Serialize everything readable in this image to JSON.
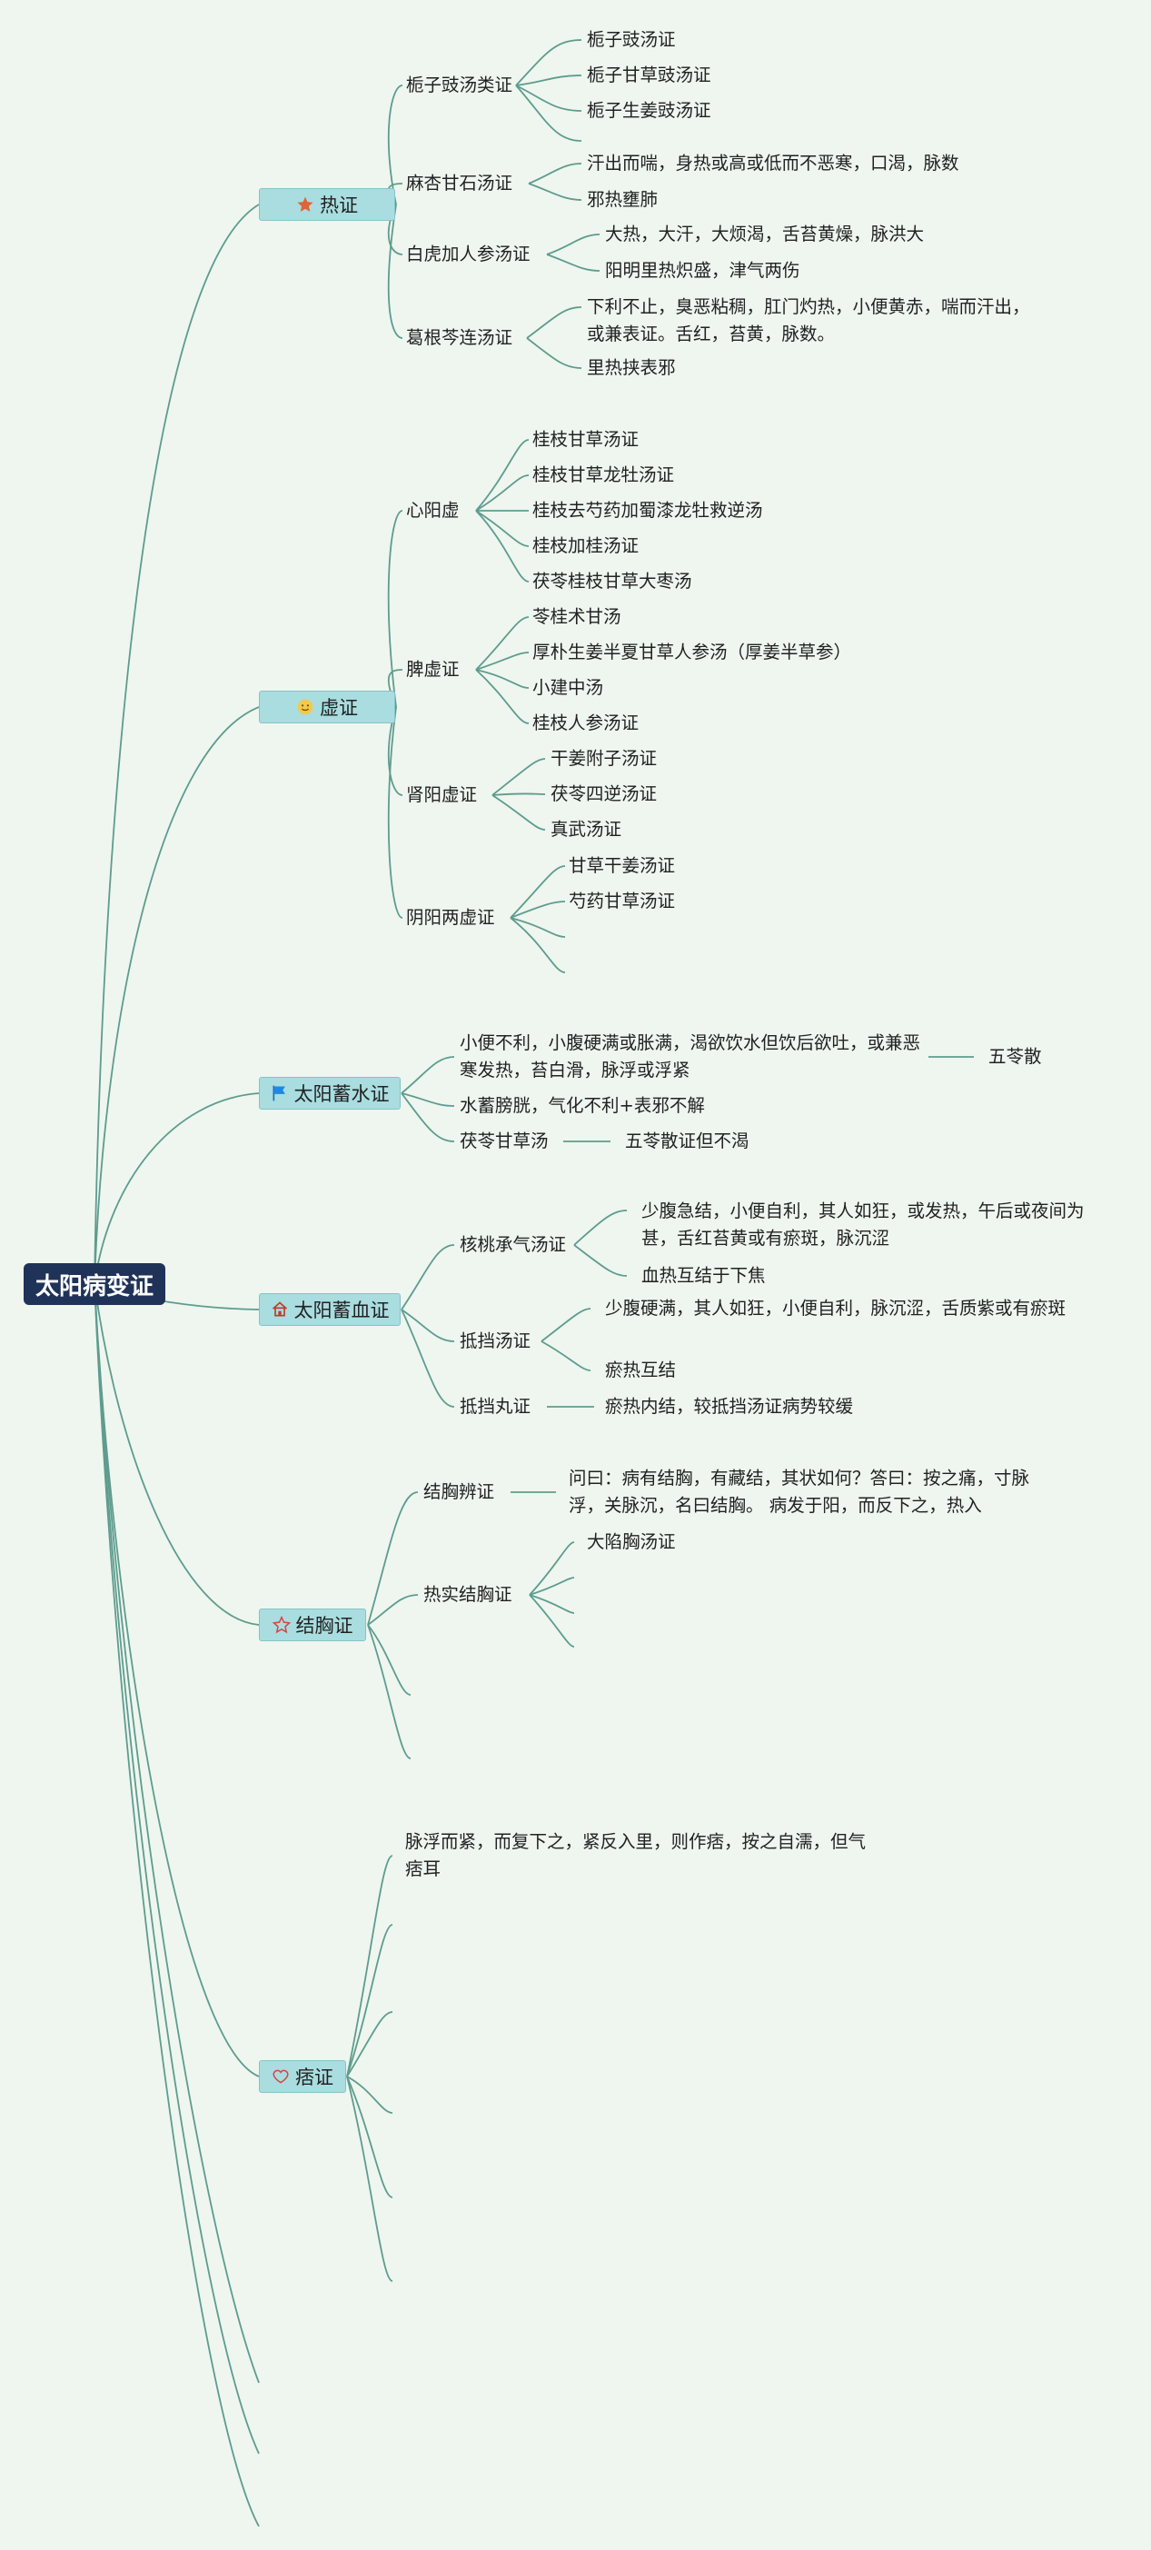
{
  "root": "太阳病变证",
  "categories": {
    "re": "热证",
    "xu": "虚证",
    "xushui": "太阳蓄水证",
    "xuxue": "太阳蓄血证",
    "jiexiong": "结胸证",
    "pi": "痞证"
  },
  "re": {
    "zhizi": "栀子豉汤类证",
    "zhizi_items": [
      "栀子豉汤证",
      "栀子甘草豉汤证",
      "栀子生姜豉汤证"
    ],
    "maxing": "麻杏甘石汤证",
    "maxing_items": [
      "汗出而喘，身热或高或低而不恶寒，口渴，脉数",
      "邪热壅肺"
    ],
    "baihu": "白虎加人参汤证",
    "baihu_items": [
      "大热，大汗，大烦渴，舌苔黄燥，脉洪大",
      "阳明里热炽盛，津气两伤"
    ],
    "gegen": "葛根芩连汤证",
    "gegen_items": [
      "下利不止，臭恶粘稠，肛门灼热，小便黄赤，喘而汗出，或兼表证。舌红，苔黄，脉数。",
      "里热挟表邪"
    ]
  },
  "xu": {
    "xinyang": "心阳虚",
    "xinyang_items": [
      "桂枝甘草汤证",
      "桂枝甘草龙牡汤证",
      "桂枝去芍药加蜀漆龙牡救逆汤",
      "桂枝加桂汤证",
      "茯苓桂枝甘草大枣汤"
    ],
    "pixu": "脾虚证",
    "pixu_items": [
      "苓桂术甘汤",
      "厚朴生姜半夏甘草人参汤（厚姜半草参）",
      "小建中汤",
      "桂枝人参汤证"
    ],
    "shenyang": "肾阳虚证",
    "shenyang_items": [
      "干姜附子汤证",
      "茯苓四逆汤证",
      "真武汤证"
    ],
    "yinyang": "阴阳两虚证",
    "yinyang_items": [
      "甘草干姜汤证",
      "芍药甘草汤证"
    ]
  },
  "xushui": {
    "desc": "小便不利，小腹硬满或胀满，渴欲饮水但饮后欲吐，或兼恶寒发热，苔白滑，脉浮或浮紧",
    "formula": "五苓散",
    "mech": "水蓄膀胱，气化不利+表邪不解",
    "fuling": "茯苓甘草汤",
    "fuling_note": "五苓散证但不渴"
  },
  "xuxue": {
    "taoren": "核桃承气汤证",
    "taoren_items": [
      "少腹急结，小便自利，其人如狂，或发热，午后或夜间为甚，舌红苔黄或有瘀斑，脉沉涩",
      "血热互结于下焦"
    ],
    "didang": "抵挡汤证",
    "didang_items": [
      "少腹硬满，其人如狂，小便自利，脉沉涩，舌质紫或有瘀斑",
      "瘀热互结"
    ],
    "didangwan": "抵挡丸证",
    "didangwan_note": "瘀热内结，较抵挡汤证病势较缓"
  },
  "jiexiong": {
    "bian": "结胸辨证",
    "bian_note": "问曰：病有结胸，有藏结，其状如何？答曰：按之痛，寸脉浮，关脉沉，名曰结胸。 病发于阳，而反下之，热入",
    "reshi": "热实结胸证",
    "reshi_items": [
      "大陷胸汤证"
    ]
  },
  "pi": {
    "desc": "脉浮而紧，而复下之，紧反入里，则作痞，按之自濡，但气痞耳"
  },
  "colors": {
    "background": "#eef6ef",
    "line": "#5e9c8e",
    "root_fill": "#1f3358",
    "category_fill": "#a9dde0"
  },
  "icons": {
    "re": "star-filled-icon",
    "xu": "emoji-face-icon",
    "xushui": "flag-icon",
    "xuxue": "house-icon",
    "jiexiong": "star-outline-icon",
    "pi": "heart-outline-icon"
  }
}
